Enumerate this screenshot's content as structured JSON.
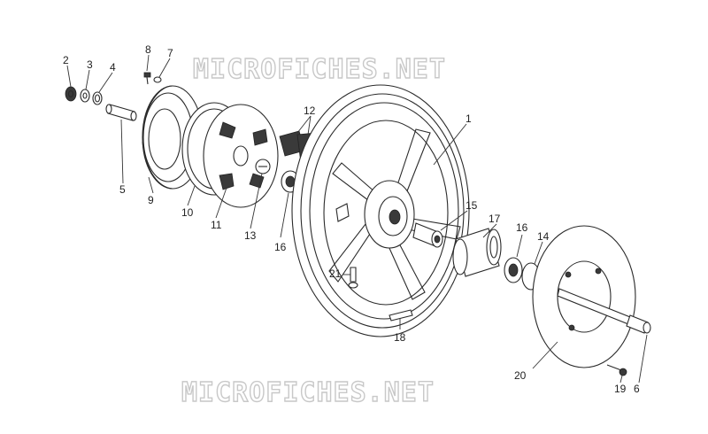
{
  "watermark": {
    "text": "MICROFICHES.NET",
    "color": "#c8c8c8"
  },
  "callouts": [
    {
      "id": "2",
      "label": "2"
    },
    {
      "id": "3",
      "label": "3"
    },
    {
      "id": "4",
      "label": "4"
    },
    {
      "id": "5",
      "label": "5"
    },
    {
      "id": "6",
      "label": "6"
    },
    {
      "id": "7",
      "label": "7"
    },
    {
      "id": "8",
      "label": "8"
    },
    {
      "id": "9",
      "label": "9"
    },
    {
      "id": "10",
      "label": "10"
    },
    {
      "id": "11",
      "label": "11"
    },
    {
      "id": "12",
      "label": "12"
    },
    {
      "id": "13",
      "label": "13"
    },
    {
      "id": "14",
      "label": "14"
    },
    {
      "id": "15",
      "label": "15"
    },
    {
      "id": "16a",
      "label": "16"
    },
    {
      "id": "16b",
      "label": "16"
    },
    {
      "id": "17",
      "label": "17"
    },
    {
      "id": "18",
      "label": "18"
    },
    {
      "id": "19",
      "label": "19"
    },
    {
      "id": "20",
      "label": "20"
    },
    {
      "id": "21",
      "label": "21"
    },
    {
      "id": "1",
      "label": "1"
    }
  ]
}
